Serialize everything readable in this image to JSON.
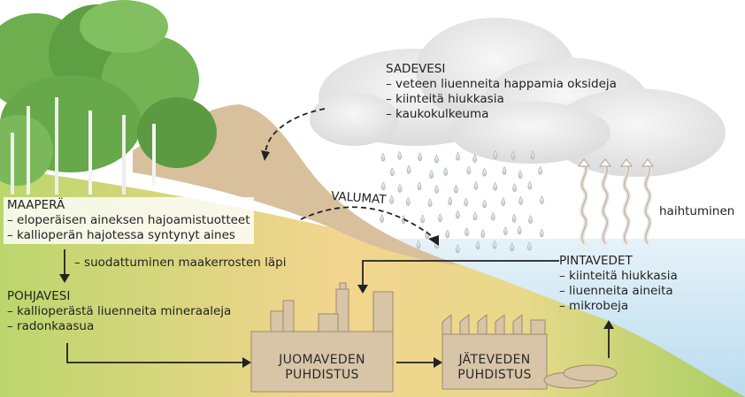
{
  "colors": {
    "sky": "#ffffff",
    "water": "#cfe6f3",
    "ground_green": "#b9d46a",
    "ground_yellow": "#f2d690",
    "slope": "#d9c2a0",
    "building": "#d6c4a8",
    "cloud": "#e6e6e6",
    "trees": "#6aa84f",
    "arrow": "#222222"
  },
  "labels": {
    "sadevesi": {
      "title": "SADEVESI",
      "items": [
        "– veteen liuenneita happamia oksideja",
        "– kiinteitä hiukkasia",
        "– kaukokulkeuma"
      ]
    },
    "maapera": {
      "title": "MAAPERÄ",
      "items": [
        "– eloperäisen aineksen hajoamistuotteet",
        "– kallioperän hajotessa syntynyt aines"
      ]
    },
    "suodattuminen": "– suodattuminen maakerrosten läpi",
    "pohjavesi": {
      "title": "POHJAVESI",
      "items": [
        "– kallioperästä liuenneita mineraaleja",
        "– radonkaasua"
      ]
    },
    "valumat": "VALUMAT",
    "haihtuminen": "haihtuminen",
    "pintavedet": {
      "title": "PINTAVEDET",
      "items": [
        "– kiinteitä hiukkasia",
        "– liuenneita aineita",
        "– mikrobeja"
      ]
    },
    "juomavesi": {
      "line1": "JUOMAVEDEN",
      "line2": "PUHDISTUS"
    },
    "jatevesi": {
      "line1": "JÄTEVEDEN",
      "line2": "PUHDISTUS"
    }
  }
}
